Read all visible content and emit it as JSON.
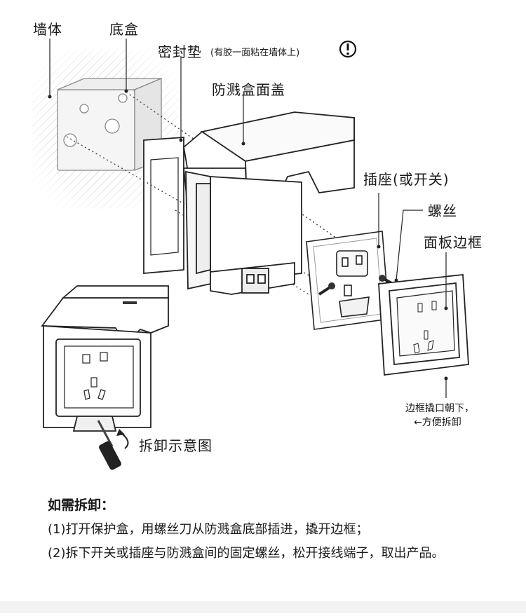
{
  "labels": {
    "wall": "墙体",
    "back_box": "底盒",
    "gasket": "密封垫",
    "gasket_note": "(有胶一面粘在墙体上)",
    "cover": "防溅盒面盖",
    "socket": "插座(或开关)",
    "screw": "螺丝",
    "frame": "面板边框",
    "frame_note_1": "边框撬口朝下，",
    "frame_note_2": "←方便拆卸",
    "disassembly": "拆卸示意图"
  },
  "instructions": {
    "title": "如需拆卸：",
    "step1": "(1)打开保护盒，用螺丝刀从防溅盒底部插进，撬开边框；",
    "step2": "(2)拆下开关或插座与防溅盒间的固定螺丝，松开接线端子，取出产品。"
  },
  "icons": {
    "warning": "warning-icon"
  },
  "colors": {
    "line": "#2a2a2a",
    "hatch": "#c8c8c8"
  }
}
